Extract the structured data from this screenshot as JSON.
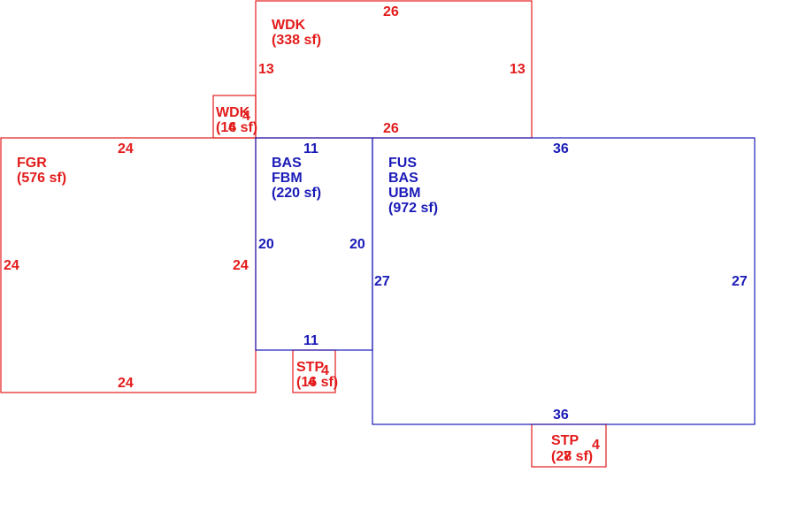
{
  "colors": {
    "red": "#e31b1b",
    "blue": "#1a1ab8"
  },
  "areas": {
    "wdk_top": {
      "code": "WDK",
      "area": "(338 sf)",
      "top": "26",
      "bottom": "26",
      "left": "13",
      "right": "13"
    },
    "wdk_small": {
      "code": "WDK",
      "area": "(16 sf)",
      "dim": "4",
      "dim2": "4"
    },
    "fgr": {
      "code": "FGR",
      "area": "(576 sf)",
      "top": "24",
      "bottom": "24",
      "left": "24",
      "right": "24"
    },
    "bas": {
      "line1": "BAS",
      "line2": "FBM",
      "area": "(220 sf)",
      "top": "11",
      "bottom": "11",
      "left": "20",
      "right": "20"
    },
    "fus": {
      "line1": "FUS",
      "line2": "BAS",
      "line3": "UBM",
      "area": "(972 sf)",
      "top": "36",
      "bottom": "36",
      "left": "27",
      "right": "27"
    },
    "stp_small": {
      "code": "STP",
      "area": "(16 sf)",
      "dim": "4",
      "dim2": "4"
    },
    "stp_bottom": {
      "code": "STP",
      "area": "(28 sf)",
      "dim": "7",
      "dim2": "4"
    }
  }
}
